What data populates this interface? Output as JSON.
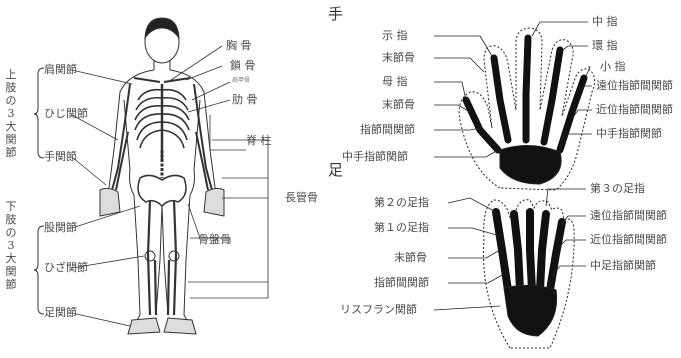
{
  "body_figure": {
    "upper_limb_group": "上肢の3大関節",
    "lower_limb_group": "下肢の3大関節",
    "labels": {
      "shoulder": "肩関節",
      "elbow": "ひじ関節",
      "wrist": "手関節",
      "hip": "股関節",
      "knee": "ひざ関節",
      "ankle": "足関節",
      "sternum": "胸 骨",
      "clavicle": "鎖 骨",
      "scapula_small": "肩甲骨",
      "rib": "肋 骨",
      "spine": "脊 柱",
      "long_bone": "長管骨",
      "pelvis": "骨盤骨"
    }
  },
  "hand": {
    "title": "手",
    "labels": {
      "index_finger": "示 指",
      "distal_phalanx": "末節骨",
      "thumb": "母 指",
      "distal_phalanx_2": "末節骨",
      "ip_joint": "指節間関節",
      "mcp_joint": "中手指節関節",
      "middle_finger": "中 指",
      "ring_finger": "環 指",
      "little_finger": "小 指",
      "dip_joint": "遠位指節間関節",
      "pip_joint": "近位指節間関節",
      "mcp_joint_right": "中手指節関節"
    }
  },
  "foot": {
    "title": "足",
    "labels": {
      "second_toe": "第２の足指",
      "first_toe": "第１の足指",
      "distal_phalanx": "末節骨",
      "ip_joint": "指節間関節",
      "lisfranc_joint": "リスフラン関節",
      "third_toe": "第３の足指",
      "dip_joint": "遠位指節間関節",
      "pip_joint": "近位指節間関節",
      "mtp_joint": "中足指節関節"
    }
  }
}
